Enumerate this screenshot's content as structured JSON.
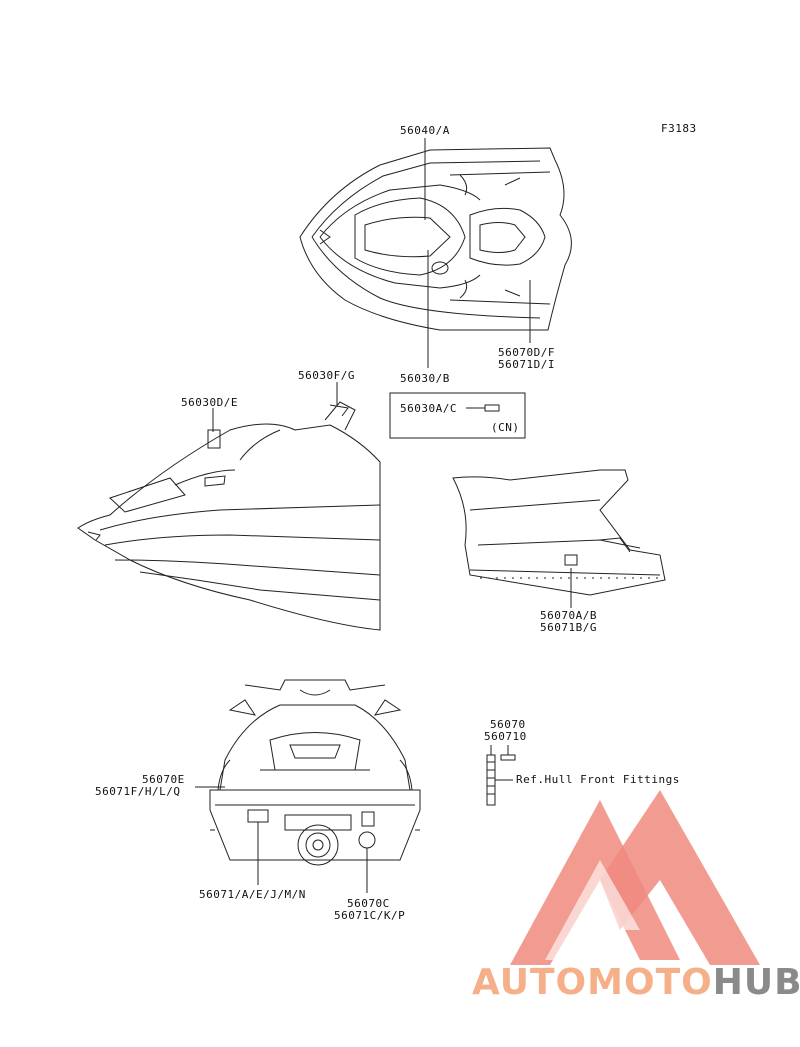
{
  "figure_code": "F3183",
  "callouts": {
    "top_a": "56040/A",
    "top_b": "56030/B",
    "top_rear_1": "56070D/F",
    "top_rear_2": "56071D/I",
    "side_front_left": "56030D/E",
    "side_front_steer": "56030F/G",
    "cn_label": "56030A/C",
    "cn_tag": "(CN)",
    "side_rear_1": "56070A/B",
    "side_rear_2": "56071B/G",
    "rear_left_1": "56070E",
    "rear_left_2": "56071F/H/L/Q",
    "rear_bottom_left": "56071/A/E/J/M/N",
    "rear_bottom_right_1": "56070C",
    "rear_bottom_right_2": "56071C/K/P",
    "ref_1": "56070",
    "ref_2": "560710",
    "ref_text": "Ref.Hull Front Fittings"
  },
  "watermark": {
    "part1": "AUTOMOTO",
    "part2": "HUB",
    "colors": {
      "logo": "#f08a7e",
      "text1": "#f5b08a",
      "text2": "#8a8a8a"
    }
  }
}
